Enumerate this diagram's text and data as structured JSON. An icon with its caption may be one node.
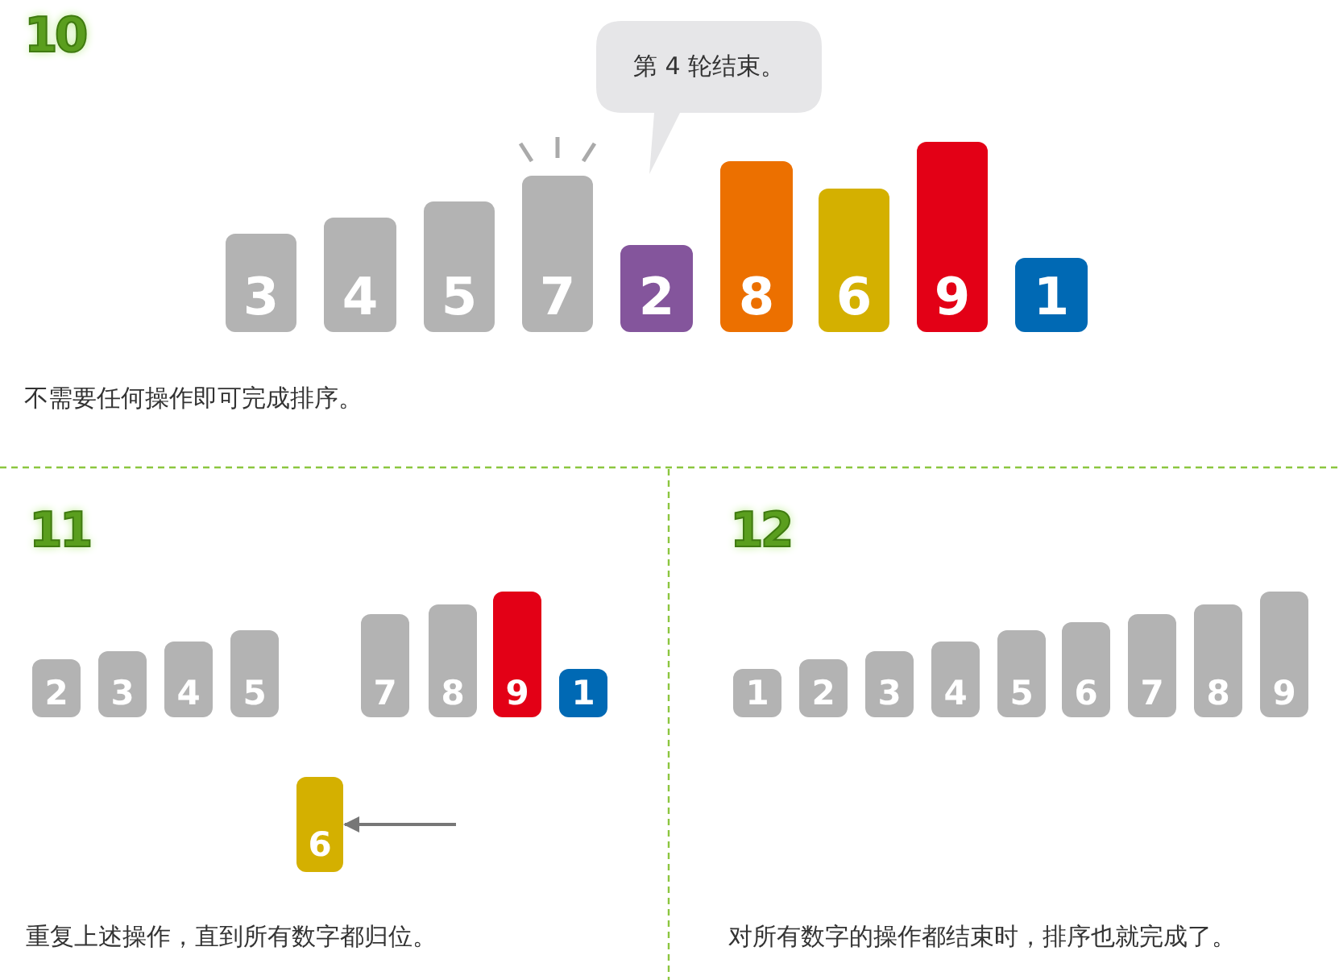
{
  "diagram": {
    "nodes": [
      {
        "text": [
          "第 4 轮结束。"
        ]
      },
      {
        "text": [
          "3"
        ]
      },
      {
        "text": [
          "4"
        ]
      },
      {
        "text": [
          "5"
        ]
      },
      {
        "text": [
          "7"
        ]
      },
      {
        "text": [
          "2"
        ]
      },
      {
        "text": [
          "8"
        ]
      },
      {
        "text": [
          "6"
        ]
      },
      {
        "text": [
          "9"
        ]
      },
      {
        "text": [
          "1"
        ]
      },
      {
        "text": [
          "2"
        ]
      },
      {
        "text": [
          "3"
        ]
      },
      {
        "text": [
          "4"
        ]
      },
      {
        "text": [
          "5"
        ]
      },
      {
        "text": [
          "7"
        ]
      },
      {
        "text": [
          "8"
        ]
      },
      {
        "text": [
          "9"
        ]
      },
      {
        "text": [
          "1"
        ]
      },
      {
        "text": [
          "6"
        ]
      },
      {
        "text": [
          "1"
        ]
      },
      {
        "text": [
          "2"
        ]
      },
      {
        "text": [
          "3"
        ]
      },
      {
        "text": [
          "4"
        ]
      },
      {
        "text": [
          "5"
        ]
      },
      {
        "text": [
          "6"
        ]
      },
      {
        "text": [
          "7"
        ]
      },
      {
        "text": [
          "8"
        ]
      },
      {
        "text": [
          "9"
        ]
      }
    ],
    "edges": [
      {
        "from": null,
        "to": 18,
        "arrow": "to"
      }
    ],
    "labels": [
      "10",
      "不需要任何操作即可完成排序。",
      "11",
      "重复上述操作，直到所有数字都归位。",
      "12",
      "对所有数字的操作都结束时，排序也就完成了。"
    ]
  }
}
